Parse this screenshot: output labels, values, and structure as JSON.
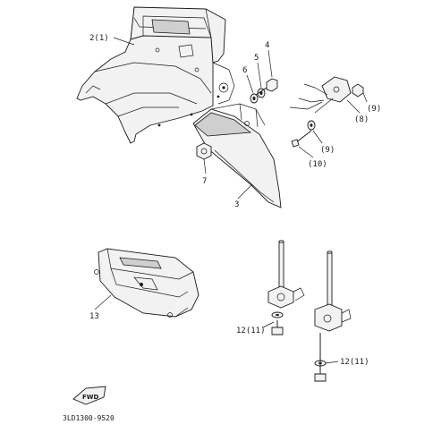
{
  "callouts": {
    "c2": "2(1)",
    "c3": "3",
    "c4": "4",
    "c5": "5",
    "c6": "6",
    "c7": "7",
    "c8": "(8)",
    "c9": "(9)",
    "c10": "(10)",
    "c12": "12(11)",
    "c13": "13"
  },
  "fwd_label": "FWD",
  "diagram_code": "3LD1300-9520"
}
